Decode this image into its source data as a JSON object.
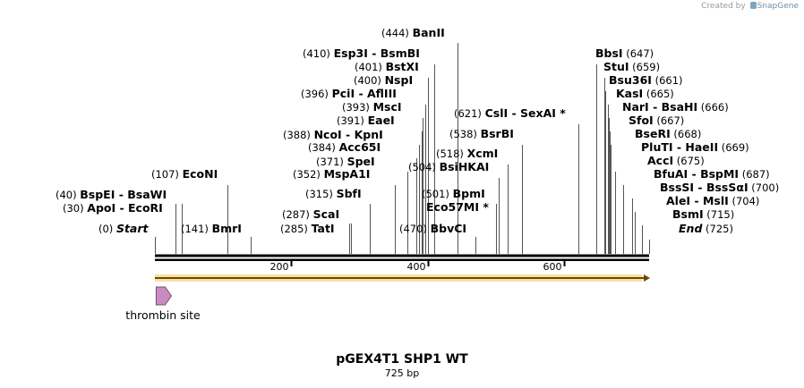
{
  "credit": {
    "prefix": "Created by",
    "brand": "SnapGene"
  },
  "sequence": {
    "name": "pGEX4T1 SHP1 WT",
    "length_label": "725 bp",
    "length": 725
  },
  "ruler": {
    "ticks": [
      200,
      400,
      600
    ]
  },
  "features": [
    {
      "name": "thrombin site",
      "color": "#c98cc0",
      "start": 15,
      "end": 23
    }
  ],
  "orf": {
    "color": "#f6b733"
  },
  "sites": [
    {
      "pos": 0,
      "pos_label": "(0)",
      "names": [
        "Start"
      ],
      "marker": true
    },
    {
      "pos": 30,
      "pos_label": "(30)",
      "names": [
        "ApoI",
        "EcoRI"
      ]
    },
    {
      "pos": 40,
      "pos_label": "(40)",
      "names": [
        "BspEI",
        "BsaWI"
      ]
    },
    {
      "pos": 107,
      "pos_label": "(107)",
      "names": [
        "EcoNI"
      ]
    },
    {
      "pos": 141,
      "pos_label": "(141)",
      "names": [
        "BmrI"
      ]
    },
    {
      "pos": 285,
      "pos_label": "(285)",
      "names": [
        "TatI"
      ]
    },
    {
      "pos": 287,
      "pos_label": "(287)",
      "names": [
        "ScaI"
      ]
    },
    {
      "pos": 315,
      "pos_label": "(315)",
      "names": [
        "SbfI"
      ]
    },
    {
      "pos": 352,
      "pos_label": "(352)",
      "names": [
        "MspA1I"
      ]
    },
    {
      "pos": 371,
      "pos_label": "(371)",
      "names": [
        "SpeI"
      ]
    },
    {
      "pos": 384,
      "pos_label": "(384)",
      "names": [
        "Acc65I"
      ]
    },
    {
      "pos": 388,
      "pos_label": "(388)",
      "names": [
        "NcoI",
        "KpnI"
      ]
    },
    {
      "pos": 391,
      "pos_label": "(391)",
      "names": [
        "EaeI"
      ]
    },
    {
      "pos": 393,
      "pos_label": "(393)",
      "names": [
        "MscI"
      ]
    },
    {
      "pos": 396,
      "pos_label": "(396)",
      "names": [
        "PciI",
        "AflIII"
      ]
    },
    {
      "pos": 400,
      "pos_label": "(400)",
      "names": [
        "NspI"
      ]
    },
    {
      "pos": 401,
      "pos_label": "(401)",
      "names": [
        "BstXI"
      ]
    },
    {
      "pos": 410,
      "pos_label": "(410)",
      "names": [
        "Esp3I",
        "BsmBI"
      ]
    },
    {
      "pos": 444,
      "pos_label": "(444)",
      "names": [
        "BanII"
      ]
    },
    {
      "pos": 470,
      "pos_label": "(470)",
      "names": [
        "BbvCI"
      ]
    },
    {
      "pos": 501,
      "pos_label": "(501)",
      "names": [
        "BpmI"
      ]
    },
    {
      "pos": 501,
      "pos_label": "",
      "names": [
        "Eco57MI *"
      ]
    },
    {
      "pos": 504,
      "pos_label": "(504)",
      "names": [
        "BsiHKAI"
      ]
    },
    {
      "pos": 518,
      "pos_label": "(518)",
      "names": [
        "XcmI"
      ]
    },
    {
      "pos": 538,
      "pos_label": "(538)",
      "names": [
        "BsrBI"
      ]
    },
    {
      "pos": 621,
      "pos_label": "(621)",
      "names": [
        "CslI",
        "SexAI *"
      ]
    },
    {
      "pos": 647,
      "pos_label": "(647)",
      "names": [
        "BbsI"
      ]
    },
    {
      "pos": 659,
      "pos_label": "(659)",
      "names": [
        "StuI"
      ]
    },
    {
      "pos": 661,
      "pos_label": "(661)",
      "names": [
        "Bsu36I"
      ]
    },
    {
      "pos": 665,
      "pos_label": "(665)",
      "names": [
        "KasI"
      ]
    },
    {
      "pos": 666,
      "pos_label": "(666)",
      "names": [
        "NarI",
        "BsaHI"
      ]
    },
    {
      "pos": 667,
      "pos_label": "(667)",
      "names": [
        "SfoI"
      ]
    },
    {
      "pos": 668,
      "pos_label": "(668)",
      "names": [
        "BseRI"
      ]
    },
    {
      "pos": 669,
      "pos_label": "(669)",
      "names": [
        "PluTI",
        "HaeII"
      ]
    },
    {
      "pos": 675,
      "pos_label": "(675)",
      "names": [
        "AccI"
      ]
    },
    {
      "pos": 687,
      "pos_label": "(687)",
      "names": [
        "BfuAI",
        "BspMI"
      ]
    },
    {
      "pos": 700,
      "pos_label": "(700)",
      "names": [
        "BssSI",
        "BssSαI"
      ]
    },
    {
      "pos": 704,
      "pos_label": "(704)",
      "names": [
        "AleI",
        "MslI"
      ]
    },
    {
      "pos": 715,
      "pos_label": "(715)",
      "names": [
        "BsmI"
      ]
    },
    {
      "pos": 725,
      "pos_label": "(725)",
      "names": [
        "End"
      ],
      "marker": true
    }
  ]
}
